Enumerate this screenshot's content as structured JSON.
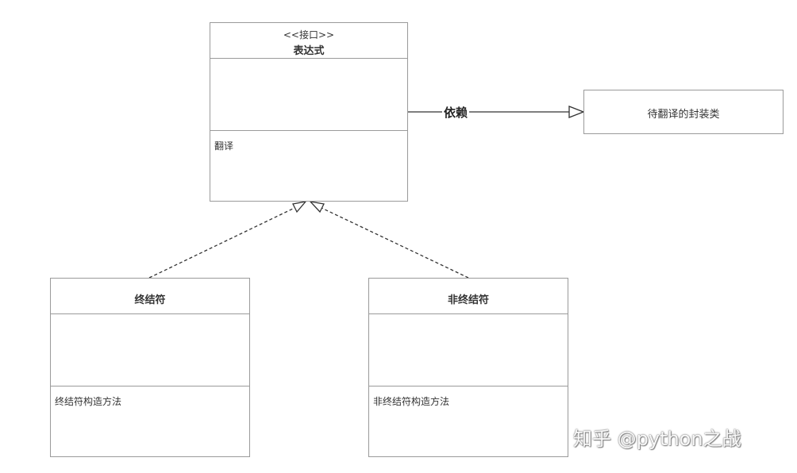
{
  "interface_class": {
    "stereotype": "<<接口>>",
    "name": "表达式",
    "operation": "翻译"
  },
  "wrapper_class": {
    "name": "待翻译的封装类"
  },
  "dependency": {
    "label": "依赖"
  },
  "terminal_class": {
    "name": "终结符",
    "operation": "终结符构造方法"
  },
  "nonterminal_class": {
    "name": "非终结符",
    "operation": "非终结符构造方法"
  },
  "watermark": {
    "text": "知乎 @python之战"
  },
  "colors": {
    "border": "#9a9a9a",
    "line": "#333333",
    "text": "#333333"
  }
}
